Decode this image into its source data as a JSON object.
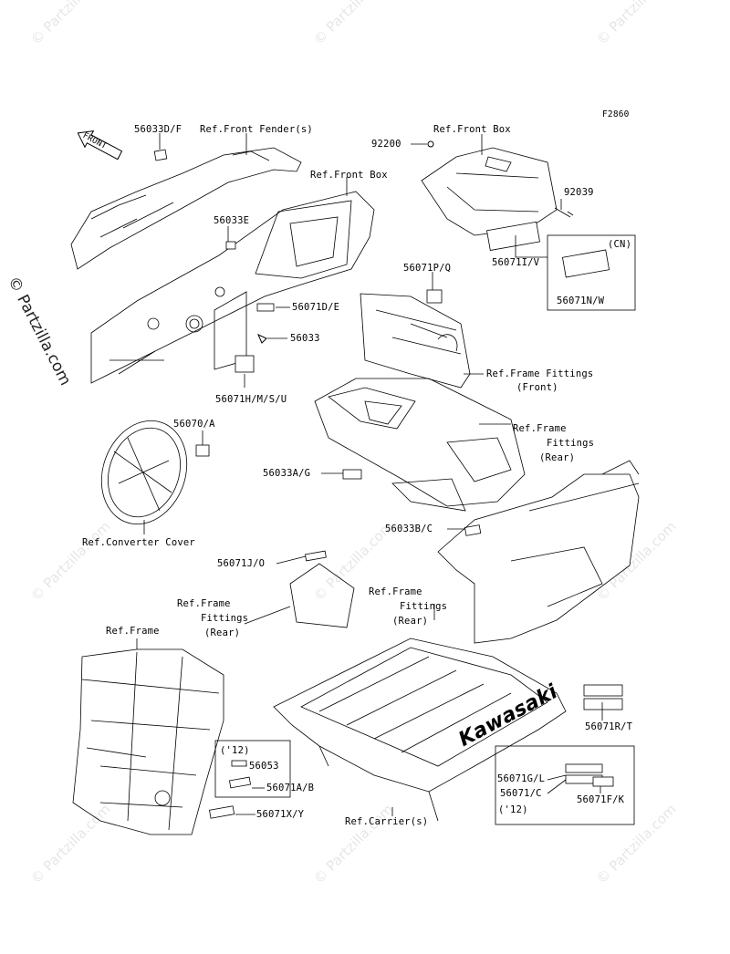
{
  "figure_code": "F2860",
  "watermark": {
    "main": "© Partzilla.com",
    "tile": "© Partzilla.com"
  },
  "front_arrow": "FRONT",
  "brand_text": "Kawasaki",
  "labels": {
    "p56033DF": "56033D/F",
    "ref_front_fender": "Ref.Front Fender(s)",
    "ref_front_box_top": "Ref.Front Box",
    "p92200": "92200",
    "ref_front_box_mid": "Ref.Front Box",
    "p92039": "92039",
    "cn": "(CN)",
    "p56033E": "56033E",
    "p56071IV": "56071I/V",
    "p56071NW": "56071N/W",
    "p56071PQ": "56071P/Q",
    "p56071DE": "56071D/E",
    "p56033": "56033",
    "ref_frame_fittings_front_1": "Ref.Frame Fittings",
    "ref_frame_fittings_front_2": "(Front)",
    "p56071HMSU": "56071H/M/S/U",
    "p56070A": "56070/A",
    "ref_frame_fittings_rear_a1": "Ref.Frame",
    "ref_frame_fittings_rear_a2": "Fittings",
    "ref_frame_fittings_rear_a3": "(Rear)",
    "p56033AG": "56033A/G",
    "ref_converter_cover": "Ref.Converter Cover",
    "p56033BC": "56033B/C",
    "p56071JO": "56071J/O",
    "ref_frame_fittings_rear_b1": "Ref.Frame",
    "ref_frame_fittings_rear_b2": "Fittings",
    "ref_frame_fittings_rear_b3": "(Rear)",
    "ref_frame_fittings_rear_c1": "Ref.Frame",
    "ref_frame_fittings_rear_c2": "Fittings",
    "ref_frame_fittings_rear_c3": "(Rear)",
    "ref_frame": "Ref.Frame",
    "p56071RT": "56071R/T",
    "year12_a": "('12)",
    "p56053": "56053",
    "p56071AB": "56071A/B",
    "p56071GL": "56071G/L",
    "p56071C": "56071/C",
    "year12_b": "('12)",
    "p56071FK": "56071F/K",
    "p56071XY": "56071X/Y",
    "ref_carrier": "Ref.Carrier(s)"
  }
}
